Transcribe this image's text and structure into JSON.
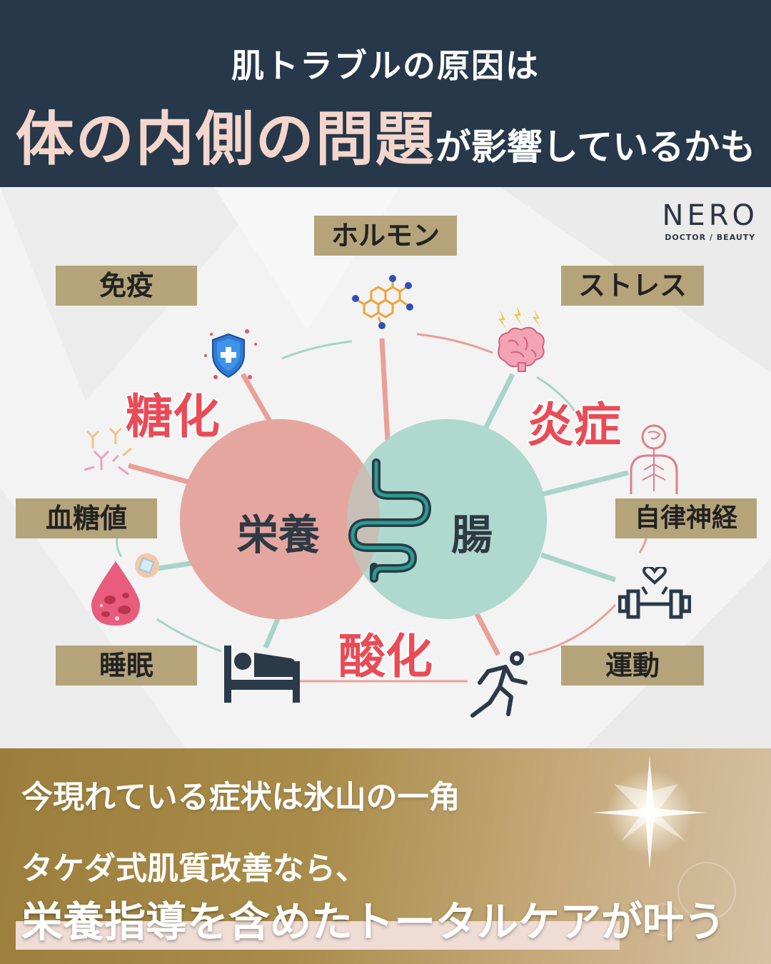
{
  "header": {
    "line1": "肌トラブルの原因は",
    "emphasis": "体の内側の問題",
    "tail": "が影響しているかも"
  },
  "brand": {
    "name": "NERO",
    "sub": "DOCTOR / BEAUTY"
  },
  "circles": {
    "left": "栄養",
    "right": "腸"
  },
  "keywords": {
    "glycation": "糖化",
    "inflammation": "炎症",
    "oxidation": "酸化"
  },
  "factors": {
    "hormone": "ホルモン",
    "immunity": "免疫",
    "stress": "ストレス",
    "blood_sugar": "血糖値",
    "autonomic": "自律神経",
    "sleep": "睡眠",
    "exercise": "運動"
  },
  "footer": {
    "line1": "今現れている症状は氷山の一角",
    "line2": "タケダ式肌質改善なら、",
    "line3": "栄養指導を含めたトータルケアが叶う"
  },
  "colors": {
    "header_bg": "#26384a",
    "emphasis": "#f4d6cc",
    "label_bg": "#b5a37a",
    "keyword": "#e94c57",
    "circle_left": "#e6a6a0",
    "circle_right": "#a9d6cb"
  }
}
